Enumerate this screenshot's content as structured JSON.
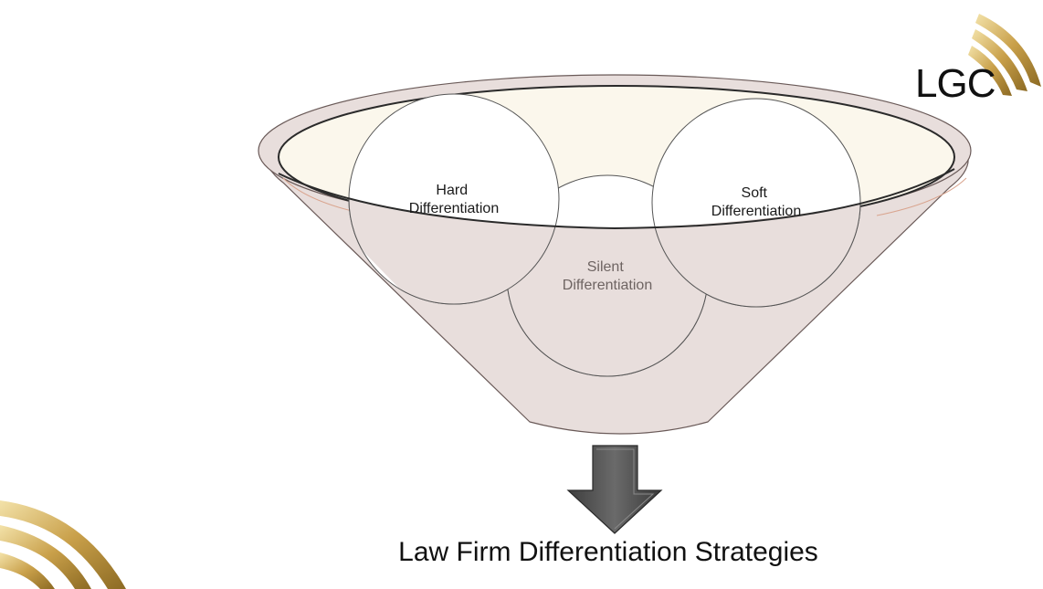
{
  "logo": {
    "text": "LGC",
    "icon": "gold-wing-icon"
  },
  "circles": {
    "hard": {
      "line1": "Hard",
      "line2": "Differentiation"
    },
    "soft": {
      "line1": "Soft",
      "line2": "Differentiation"
    },
    "silent": {
      "line1": "Silent",
      "line2": "Differentiation"
    }
  },
  "arrow": {
    "icon": "down-arrow-icon"
  },
  "caption": "Law Firm Differentiation Strategies",
  "colors": {
    "funnel_fill": "#e8dedc",
    "funnel_stroke": "#6a5a58",
    "funnel_inner": "#fbf7ec",
    "gold": "#c9a04a",
    "arrow": "#555555"
  }
}
